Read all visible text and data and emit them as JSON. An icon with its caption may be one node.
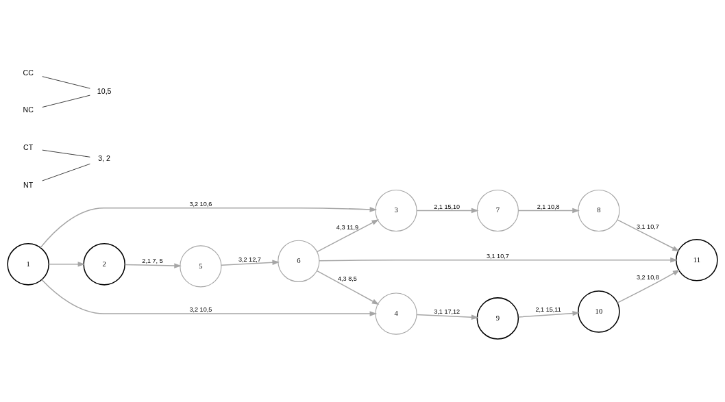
{
  "diagram": {
    "nodes": [
      {
        "text": [
          "1"
        ]
      },
      {
        "text": [
          "2"
        ]
      },
      {
        "text": [
          "3"
        ]
      },
      {
        "text": [
          "4"
        ]
      },
      {
        "text": [
          "5"
        ]
      },
      {
        "text": [
          "6"
        ]
      },
      {
        "text": [
          "7"
        ]
      },
      {
        "text": [
          "8"
        ]
      },
      {
        "text": [
          "9"
        ]
      },
      {
        "text": [
          "10"
        ]
      },
      {
        "text": [
          "11"
        ]
      },
      {
        "text": [
          "CT"
        ]
      },
      {
        "text": [
          "NT"
        ]
      },
      {
        "text": [
          "3, 2"
        ]
      },
      {
        "text": [
          "CC"
        ]
      },
      {
        "text": [
          "NC"
        ]
      },
      {
        "text": [
          "10,5"
        ]
      }
    ],
    "edges": [
      {
        "from": 0,
        "to": 1,
        "arrow": "to"
      },
      {
        "from": 0,
        "to": 2,
        "arrow": "to",
        "label": "3,2 10,6"
      },
      {
        "from": 0,
        "to": 3,
        "arrow": "to",
        "label": "3,2 10,5"
      },
      {
        "from": 1,
        "to": 4,
        "arrow": "to",
        "label": "2,1 7, 5"
      },
      {
        "from": 4,
        "to": 5,
        "arrow": "to",
        "label": "3,2 12,7"
      },
      {
        "from": 5,
        "to": 2,
        "arrow": "to",
        "label": "4,3 11,9"
      },
      {
        "from": 2,
        "to": 6,
        "arrow": "to",
        "label": "2,1 15,10"
      },
      {
        "from": 5,
        "to": 3,
        "arrow": "to",
        "label": "4,3 8,5"
      },
      {
        "from": 6,
        "to": 7,
        "arrow": "to",
        "label": "2,1 10,8"
      },
      {
        "from": 5,
        "to": 10,
        "arrow": "to",
        "label": "3,1 10,7"
      },
      {
        "from": 7,
        "to": 10,
        "arrow": "to",
        "label": "3,1 10,7"
      },
      {
        "from": 9,
        "to": 10,
        "arrow": "to",
        "label": "3,2 10,8"
      },
      {
        "from": 3,
        "to": 8,
        "arrow": "to",
        "label": "3,1 17,12"
      },
      {
        "from": 8,
        "to": 9,
        "arrow": "to",
        "label": "2,1 15,11"
      },
      {
        "from": 11,
        "to": 13,
        "arrow": "none",
        "color": "#000000"
      },
      {
        "from": 12,
        "to": 13,
        "arrow": "none",
        "color": "#000000"
      },
      {
        "from": 14,
        "to": 16,
        "arrow": "none",
        "color": "#000000"
      },
      {
        "from": 15,
        "to": 16,
        "arrow": "none",
        "color": "#000000"
      }
    ]
  }
}
